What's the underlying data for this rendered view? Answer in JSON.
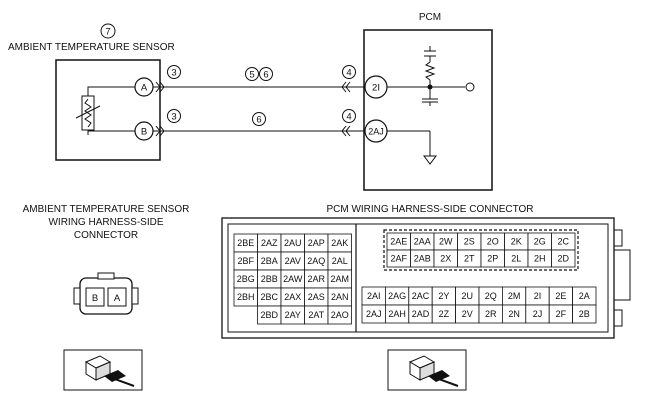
{
  "sensor": {
    "callout": "7",
    "title": "AMBIENT TEMPERATURE SENSOR",
    "pins": [
      "A",
      "B"
    ]
  },
  "pcm": {
    "title": "PCM",
    "pins": [
      "2I",
      "2AJ"
    ]
  },
  "wires": {
    "top": {
      "left_callout": "3",
      "mid_callouts": [
        "5",
        "6"
      ],
      "right_callout": "4"
    },
    "bottom": {
      "left_callout": "3",
      "mid_callouts": [
        "6"
      ],
      "right_callout": "4"
    }
  },
  "sensor_connector": {
    "label_lines": [
      "AMBIENT TEMPERATURE SENSOR",
      "WIRING HARNESS-SIDE",
      "CONNECTOR"
    ],
    "pins": [
      "B",
      "A"
    ]
  },
  "pcm_connector": {
    "label": "PCM WIRING HARNESS-SIDE CONNECTOR",
    "left_block": [
      [
        "2BE",
        "2AZ",
        "2AU",
        "2AP",
        "2AK"
      ],
      [
        "2BF",
        "2BA",
        "2AV",
        "2AQ",
        "2AL"
      ],
      [
        "2BG",
        "2BB",
        "2AW",
        "2AR",
        "2AM"
      ],
      [
        "2BH",
        "2BC",
        "2AX",
        "2AS",
        "2AN"
      ],
      [
        "",
        "2BD",
        "2AY",
        "2AT",
        "2AO"
      ]
    ],
    "right_top": [
      [
        "2AE",
        "2AA",
        "2W",
        "2S",
        "2O",
        "2K",
        "2G",
        "2C"
      ],
      [
        "2AF",
        "2AB",
        "2X",
        "2T",
        "2P",
        "2L",
        "2H",
        "2D"
      ]
    ],
    "right_bottom": [
      [
        "2AI",
        "2AG",
        "2AC",
        "2Y",
        "2U",
        "2Q",
        "2M",
        "2I",
        "2E",
        "2A"
      ],
      [
        "2AJ",
        "2AH",
        "2AD",
        "2Z",
        "2V",
        "2R",
        "2N",
        "2J",
        "2F",
        "2B"
      ]
    ]
  }
}
